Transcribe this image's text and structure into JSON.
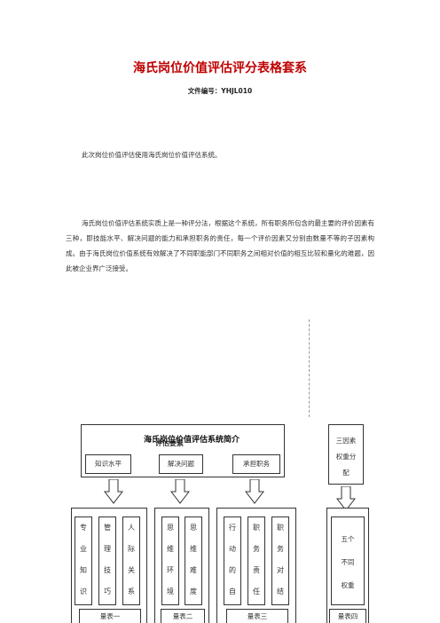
{
  "document": {
    "title": "海氏岗位价值评估评分表格套系",
    "doc_number": "文件编号：YHJL010",
    "paragraph1": "此次岗位价值评估使用海氏岗位价值评估系统。",
    "paragraph2": "海氏岗位价值评估系统实质上是一种评分法，根据这个系统，所有职务所包含的最主要的评价因素有三种，即技能水平、解决问题的能力和承担职务的责任，每一个评价因素又分别由数量不等的子因素构成。由于海氏岗位价值系统有效解决了不同职能部门不同职务之间相对价值的相互比较和量化的难题，因此被企业界广泛接受。"
  },
  "diagram": {
    "intro_title": "海氏岗位价值评估系统简介",
    "intro_overlap": "评估要素",
    "factors": [
      "知识水平",
      "解决问题",
      "承担职务"
    ],
    "weight_box": [
      "三因素",
      "权重分",
      "配"
    ],
    "table1_cols": [
      [
        "专",
        "业",
        "知",
        "识"
      ],
      [
        "管",
        "理",
        "技",
        "巧"
      ],
      [
        "人",
        "际",
        "关",
        "系"
      ]
    ],
    "table2_cols": [
      [
        "思",
        "维",
        "环",
        "境"
      ],
      [
        "思",
        "维",
        "难",
        "度"
      ]
    ],
    "table3_cols": [
      [
        "行",
        "动",
        "的",
        "自"
      ],
      [
        "职",
        "务",
        "责",
        "任"
      ],
      [
        "职",
        "务",
        "对",
        "结"
      ]
    ],
    "table4_col": [
      "五个",
      "不同",
      "权重"
    ],
    "table_labels": [
      "量表一",
      "量表二",
      "量表三",
      "量表四"
    ]
  }
}
